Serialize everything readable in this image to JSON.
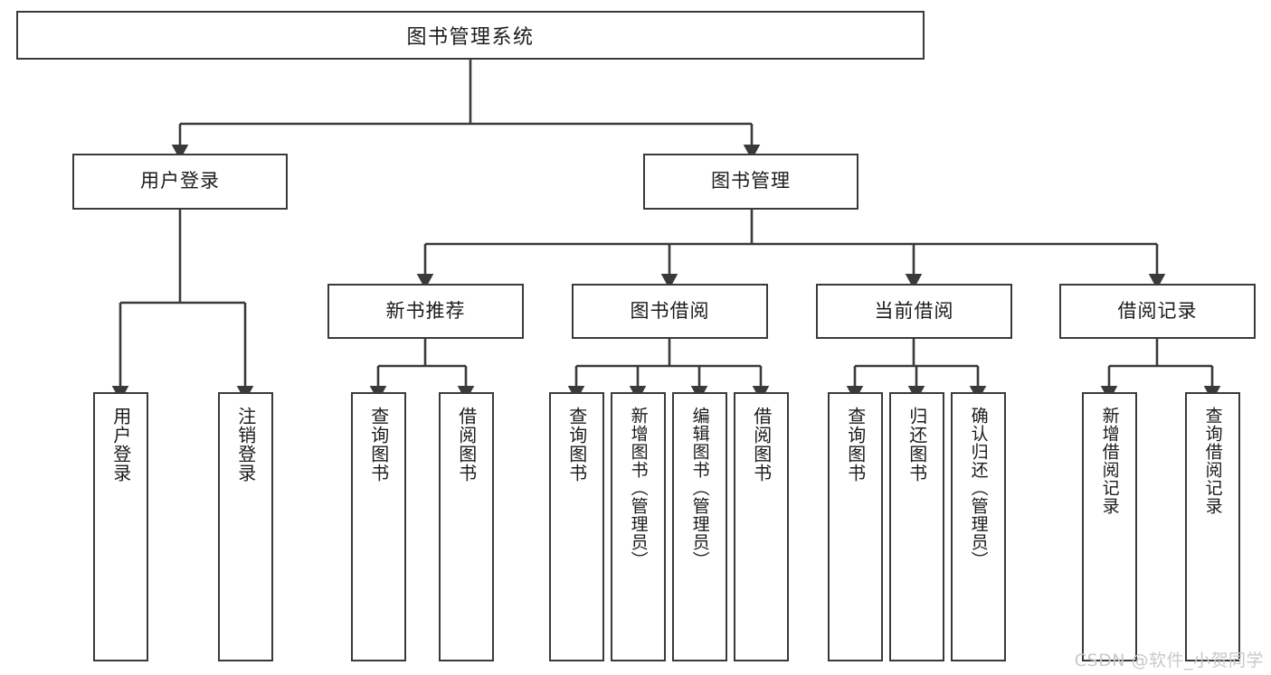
{
  "diagram": {
    "title": "图书管理系统",
    "type": "hierarchy-tree",
    "watermark": "CSDN @软件_小贺同学",
    "colors": {
      "stroke": "#3a3a3a",
      "fill": "#ffffff",
      "text": "#1b1b1b",
      "watermark": "#c9c9c9"
    },
    "root": {
      "label": "图书管理系统"
    },
    "level2": [
      {
        "label": "用户登录"
      },
      {
        "label": "图书管理"
      }
    ],
    "level3": [
      {
        "label": "新书推荐"
      },
      {
        "label": "图书借阅"
      },
      {
        "label": "当前借阅"
      },
      {
        "label": "借阅记录"
      }
    ],
    "leaves": {
      "user_login": [
        {
          "label": "用户登录"
        },
        {
          "label": "注销登录"
        }
      ],
      "new_book_recommend": [
        {
          "label": "查询图书"
        },
        {
          "label": "借阅图书"
        }
      ],
      "book_borrow": [
        {
          "label": "查询图书"
        },
        {
          "label": "新增图书（管理员）"
        },
        {
          "label": "编辑图书（管理员）"
        },
        {
          "label": "借阅图书"
        }
      ],
      "current_borrow": [
        {
          "label": "查询图书"
        },
        {
          "label": "归还图书"
        },
        {
          "label": "确认归还（管理员）"
        }
      ],
      "borrow_record": [
        {
          "label": "新增借阅记录"
        },
        {
          "label": "查询借阅记录"
        }
      ]
    }
  }
}
